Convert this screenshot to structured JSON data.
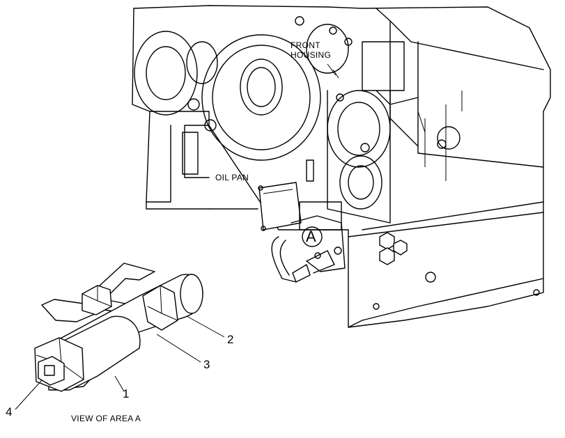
{
  "labels": {
    "front_housing_line1": "FRONT",
    "front_housing_line2": "HOUSING",
    "oil_pan": "OIL PAN",
    "area_marker": "A",
    "view_caption": "VIEW OF AREA  A"
  },
  "callouts": [
    {
      "id": "1",
      "text": "1"
    },
    {
      "id": "2",
      "text": "2"
    },
    {
      "id": "3",
      "text": "3"
    },
    {
      "id": "4",
      "text": "4"
    }
  ],
  "colors": {
    "line": "#000000",
    "background": "#ffffff"
  }
}
